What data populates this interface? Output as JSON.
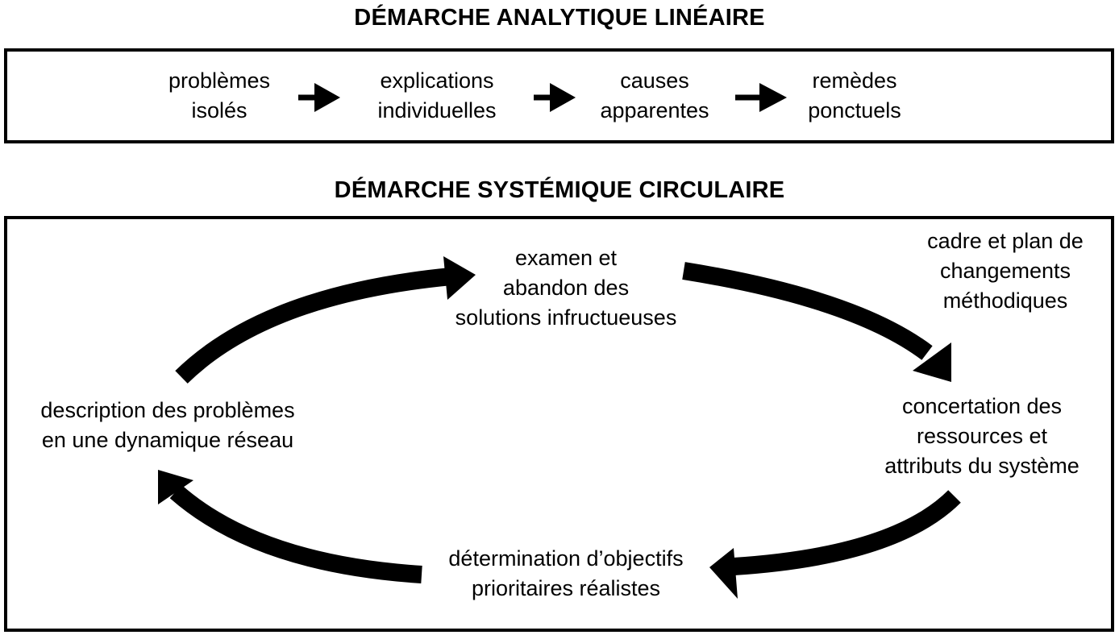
{
  "linear": {
    "title": "DÉMARCHE ANALYTIQUE LINÉAIRE",
    "steps": [
      {
        "line1": "problèmes",
        "line2": "isolés"
      },
      {
        "line1": "explications",
        "line2": "individuelles"
      },
      {
        "line1": "causes",
        "line2": "apparentes"
      },
      {
        "line1": "remèdes",
        "line2": "ponctuels"
      }
    ]
  },
  "systemic": {
    "title": "DÉMARCHE SYSTÉMIQUE CIRCULAIRE",
    "top": {
      "line1": "examen et",
      "line2": "abandon des",
      "line3": "solutions infructueuses"
    },
    "top_right": {
      "line1": "cadre et plan de",
      "line2": "changements",
      "line3": "méthodiques"
    },
    "right": {
      "line1": "concertation des",
      "line2": "ressources et",
      "line3": "attributs du système"
    },
    "bottom": {
      "line1": "détermination d’objectifs",
      "line2": "prioritaires réalistes"
    },
    "left": {
      "line1": "description des problèmes",
      "line2": "en une dynamique réseau"
    }
  }
}
